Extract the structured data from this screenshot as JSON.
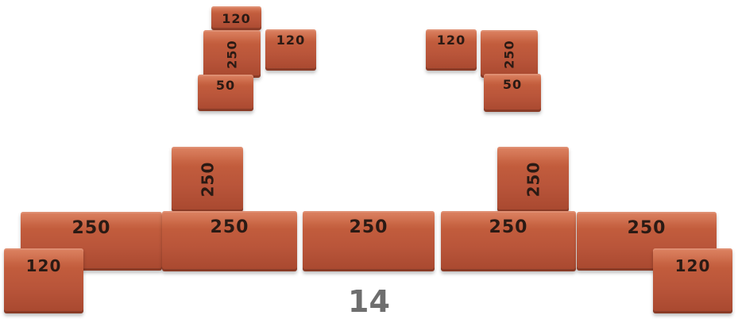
{
  "bricks": {
    "top_left_120": "120",
    "top_left_250": "250",
    "top_left_50": "50",
    "top_left_side_120": "120",
    "top_right_120": "120",
    "top_right_250": "250",
    "top_right_50": "50",
    "bottom_left_upright_250": "250",
    "bottom_right_upright_250": "250",
    "bottom_row_1_250": "250",
    "bottom_row_2_250": "250",
    "bottom_row_3_250": "250",
    "bottom_row_4_250": "250",
    "bottom_row_5_250": "250",
    "bottom_left_120": "120",
    "bottom_right_120": "120"
  },
  "page_number": "14"
}
